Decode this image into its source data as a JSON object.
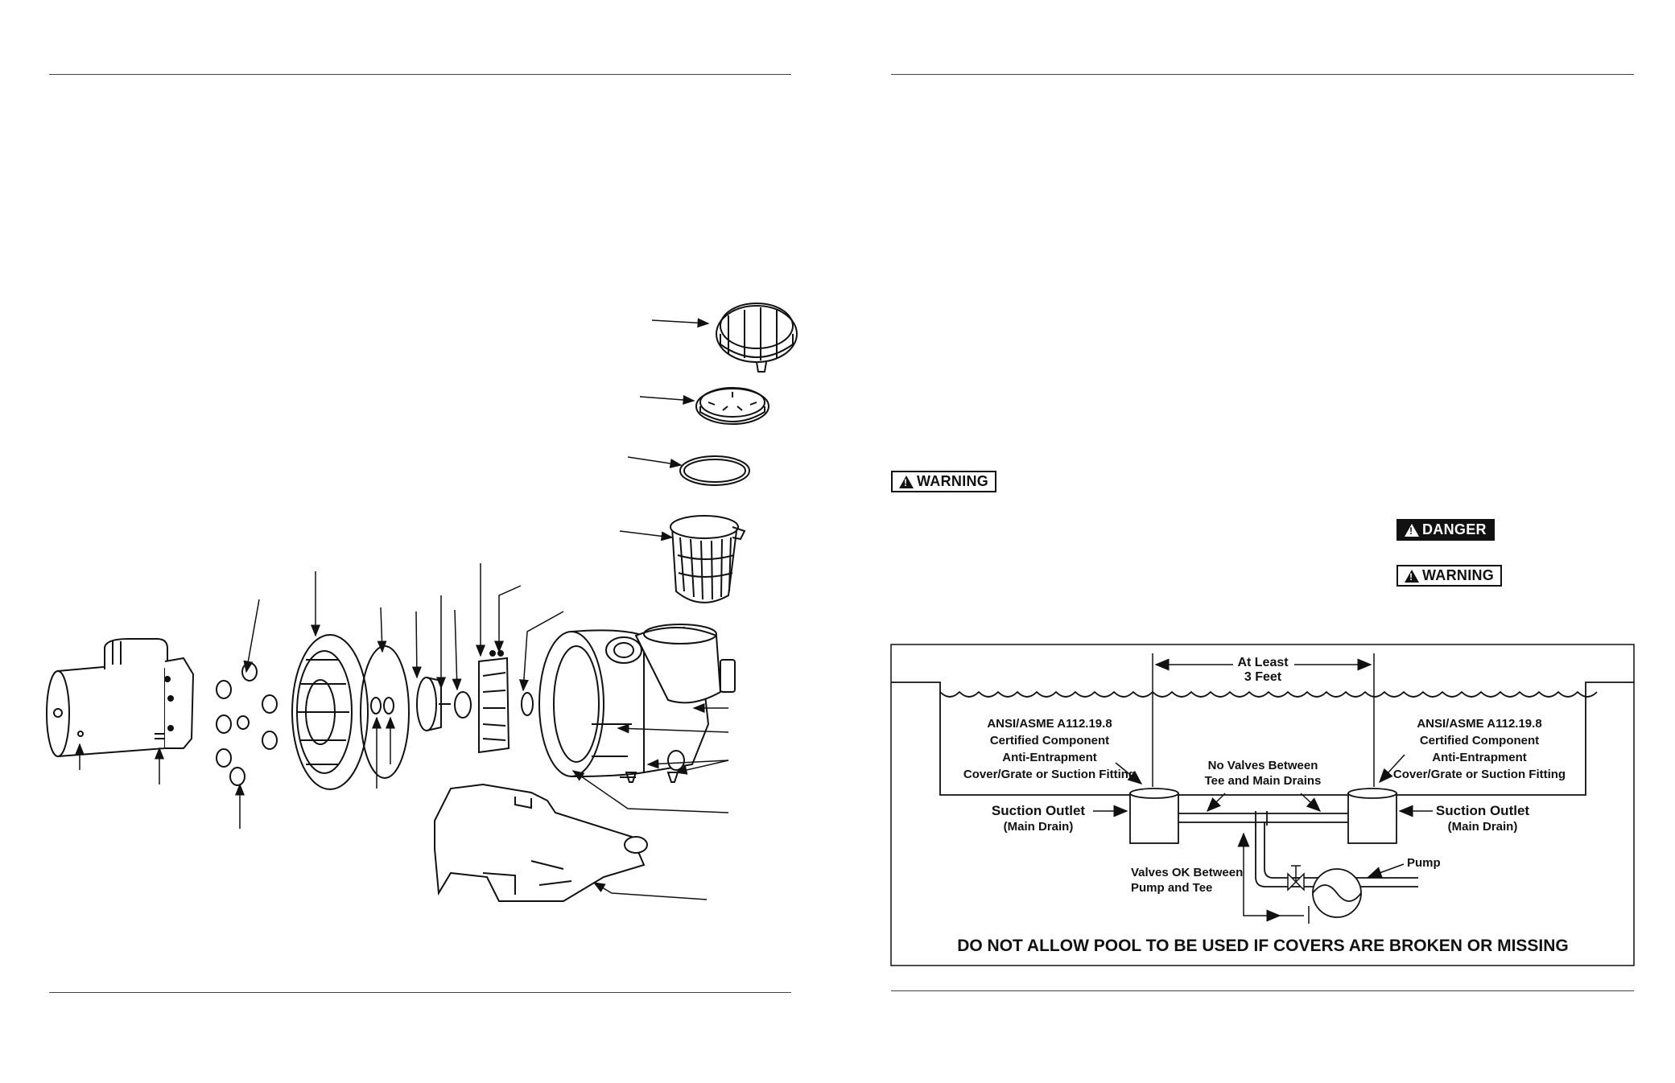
{
  "badges": {
    "warning_left": "WARNING",
    "danger_right": "DANGER",
    "warning_right": "WARNING"
  },
  "icons": [
    "alert-triangle-icon"
  ],
  "diagram": {
    "distance_label_line1": "At Least",
    "distance_label_line2": "3 Feet",
    "left_standard": [
      "ANSI/ASME A112.19.8",
      "Certified Component",
      "Anti-Entrapment",
      "Cover/Grate or Suction Fitting"
    ],
    "right_standard": [
      "ANSI/ASME A112.19.8",
      "Certified Component",
      "Anti-Entrapment",
      "Cover/Grate or Suction Fitting"
    ],
    "no_valves_line1": "No Valves Between",
    "no_valves_line2": "Tee and Main Drains",
    "left_outlet_title": "Suction Outlet",
    "left_outlet_sub": "(Main Drain)",
    "right_outlet_title": "Suction Outlet",
    "right_outlet_sub": "(Main Drain)",
    "valves_ok_line1": "Valves OK Between",
    "valves_ok_line2": "Pump and Tee",
    "pump_label": "Pump",
    "footer_warning": "DO NOT ALLOW POOL TO BE USED IF COVERS ARE BROKEN OR MISSING"
  }
}
